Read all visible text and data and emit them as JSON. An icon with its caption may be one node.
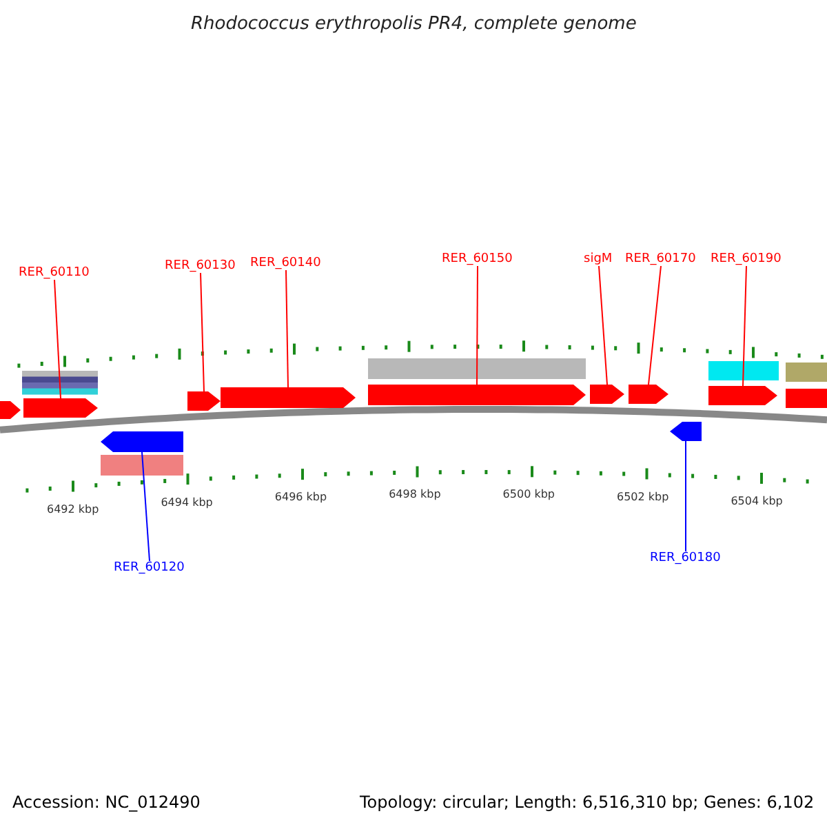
{
  "diagram": {
    "title": "Rhodococcus erythropolis PR4, complete genome",
    "nodes": [
      {
        "text": [
          "RER_60110"
        ]
      },
      {
        "text": [
          "RER_60130"
        ]
      },
      {
        "text": [
          "RER_60140"
        ]
      },
      {
        "text": [
          "RER_60150"
        ]
      },
      {
        "text": [
          "sigM"
        ]
      },
      {
        "text": [
          "RER_60170"
        ]
      },
      {
        "text": [
          "RER_60190"
        ]
      },
      {
        "text": [
          "RER_60120"
        ]
      },
      {
        "text": [
          "RER_60180"
        ]
      },
      {
        "text": [],
        "shape": "pentagon"
      },
      {
        "text": [],
        "shape": "pentagon"
      },
      {
        "text": [],
        "shape": "pentagon"
      },
      {
        "text": [],
        "shape": "pentagon"
      },
      {
        "text": [],
        "shape": "pentagon"
      },
      {
        "text": [],
        "shape": "pentagon"
      },
      {
        "text": [],
        "shape": "pentagon"
      },
      {
        "text": [],
        "shape": "pentagon"
      },
      {
        "text": [],
        "shape": "pentagon"
      }
    ],
    "edges": [
      {
        "from": 0,
        "to": 9,
        "arrow": "none"
      },
      {
        "from": 1,
        "to": 10,
        "arrow": "none"
      },
      {
        "from": 2,
        "to": 11,
        "arrow": "none"
      },
      {
        "from": 3,
        "to": 12,
        "arrow": "none"
      },
      {
        "from": 4,
        "to": 13,
        "arrow": "none"
      },
      {
        "from": 5,
        "to": 14,
        "arrow": "none"
      },
      {
        "from": 6,
        "to": 15,
        "arrow": "none"
      },
      {
        "from": 7,
        "to": 16,
        "arrow": "none",
        "color": "#0000ff"
      },
      {
        "from": 8,
        "to": 17,
        "arrow": "none",
        "color": "#0000ff"
      }
    ],
    "labels": [
      "6492 kbp",
      "6494 kbp",
      "6496 kbp",
      "6498 kbp",
      "6500 kbp",
      "6502 kbp",
      "6504 kbp",
      "Accession: NC_012490",
      "Topology: circular; Length: 6,516,310 bp; Genes: 6,102"
    ]
  }
}
